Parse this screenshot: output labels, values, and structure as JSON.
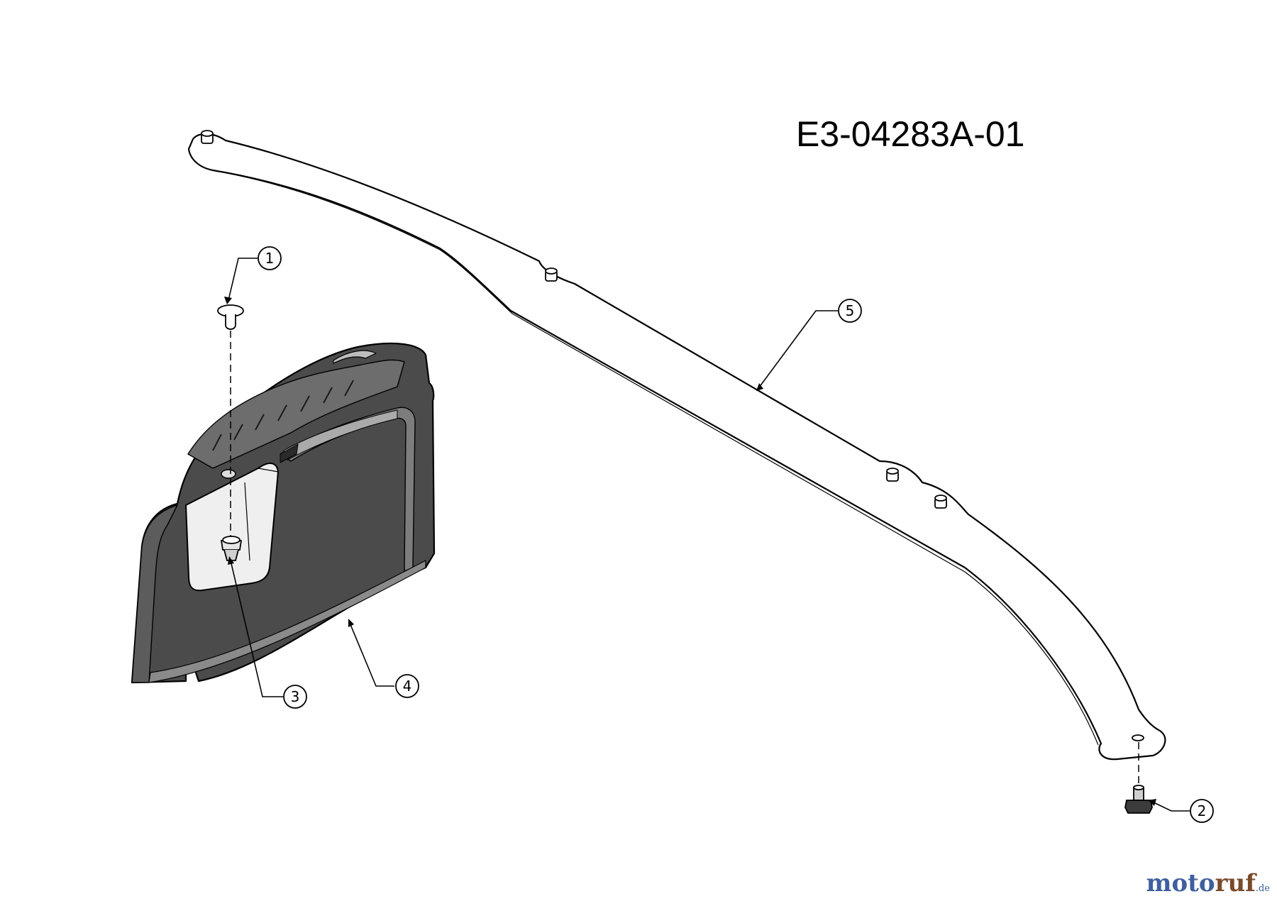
{
  "drawing_code": "E3-04283A-01",
  "brand": {
    "part_a": "moto",
    "part_b": "ruf",
    "tld": ".de"
  },
  "callouts": [
    {
      "id": "1",
      "label": "1",
      "part": "push-rivet"
    },
    {
      "id": "2",
      "label": "2",
      "part": "shoulder-bolt"
    },
    {
      "id": "3",
      "label": "3",
      "part": "clip-nut"
    },
    {
      "id": "4",
      "label": "4",
      "part": "cover"
    },
    {
      "id": "5",
      "label": "5",
      "part": "side-rail"
    }
  ]
}
